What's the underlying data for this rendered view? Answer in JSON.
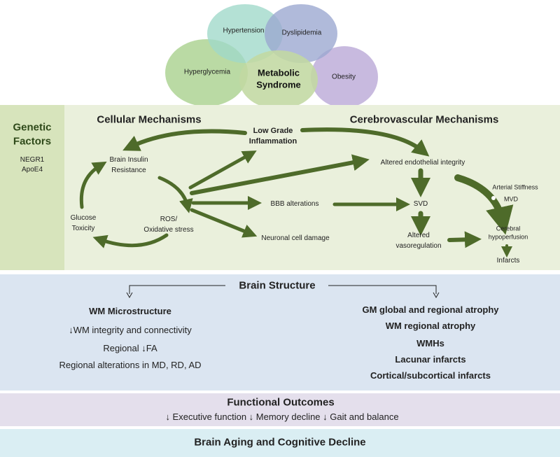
{
  "venn": {
    "hypertension": "Hypertension",
    "dyslipidemia": "Dyslipidemia",
    "hyperglycemia": "Hyperglycemia",
    "obesity": "Obesity",
    "metabolic_line1": "Metabolic",
    "metabolic_line2": "Syndrome"
  },
  "genetic": {
    "title_line1": "Genetic",
    "title_line2": "Factors",
    "gene1": "NEGR1",
    "gene2": "ApoE4"
  },
  "mechanisms": {
    "cellular_title": "Cellular Mechanisms",
    "cerebrovascular_title": "Cerebrovascular Mechanisms",
    "inflammation_line1": "Low Grade",
    "inflammation_line2": "Inflammation",
    "insulin_line1": "Brain Insulin",
    "insulin_line2": "Resistance",
    "glucose_line1": "Glucose",
    "glucose_line2": "Toxicity",
    "ros_line1": "ROS/",
    "ros_line2": "Oxidative stress",
    "endothelial": "Altered endothelial integrity",
    "bbb": "BBB alterations",
    "neuronal": "Neuronal cell damage",
    "svd": "SVD",
    "vasoreg_line1": "Altered",
    "vasoreg_line2": "vasoregulation",
    "arterial": "Arterial Stiffness",
    "mvd": "MVD",
    "hypoperfusion_line1": "Cerebral",
    "hypoperfusion_line2": "hypoperfusion",
    "infarcts": "Infarcts"
  },
  "brain_structure": {
    "title": "Brain Structure",
    "left": {
      "heading": "WM Microstructure",
      "item1": "↓WM integrity and connectivity",
      "item2": "Regional ↓FA",
      "item3": "Regional alterations in MD, RD, AD"
    },
    "right": {
      "item1": "GM global and regional atrophy",
      "item2": "WM regional atrophy",
      "item3": "WMHs",
      "item4": "Lacunar infarcts",
      "item5": "Cortical/subcortical infarcts"
    }
  },
  "functional": {
    "title": "Functional Outcomes",
    "items": "↓ Executive function ↓ Memory decline ↓ Gait and balance"
  },
  "aging": {
    "title": "Brain Aging and Cognitive Decline"
  },
  "colors": {
    "arrow_green": "#4e6b2a",
    "mechanism_panel": "#eaf0dc",
    "genetic_panel": "#d7e4bc",
    "structure_panel": "#dbe5f1",
    "functional_panel": "#e4dfec",
    "aging_panel": "#daeef3"
  }
}
